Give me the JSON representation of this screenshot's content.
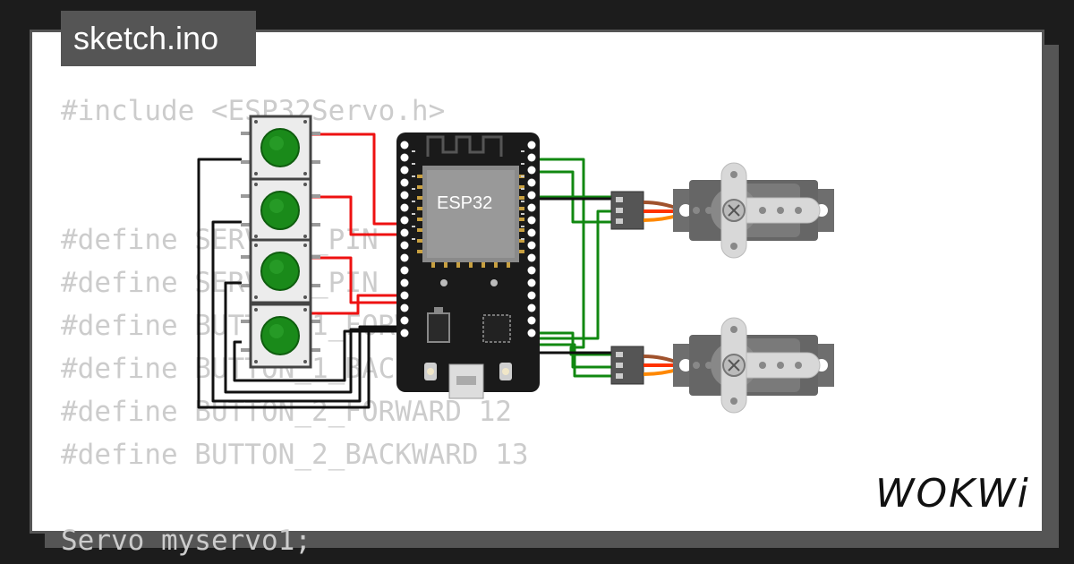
{
  "file": {
    "name": "sketch.ino"
  },
  "code": {
    "lines": [
      "#include <ESP32Servo.h>",
      "",
      "",
      "#define SERVO_1_PIN 22",
      "#define SERVO_2_PIN 23",
      "#define BUTTON_1_FORWARD 14",
      "#define BUTTON_1_BACKWARD 27",
      "#define BUTTON_2_FORWARD 12",
      "#define BUTTON_2_BACKWARD 13",
      "",
      "Servo myservo1;"
    ]
  },
  "board": {
    "label": "ESP32"
  },
  "brand": {
    "logo": "WOKWi"
  },
  "colors": {
    "background": "#1c1c1c",
    "frame": "#555555",
    "code_text": "#cccccc",
    "wire_red": "#ee1111",
    "wire_green": "#118811",
    "wire_black": "#111111",
    "button_cap": "#1a8a1a",
    "servo_body": "#666666"
  },
  "icons": [
    "push-button-icon",
    "esp32-board-icon",
    "servo-motor-icon",
    "wokwi-logo-icon"
  ]
}
